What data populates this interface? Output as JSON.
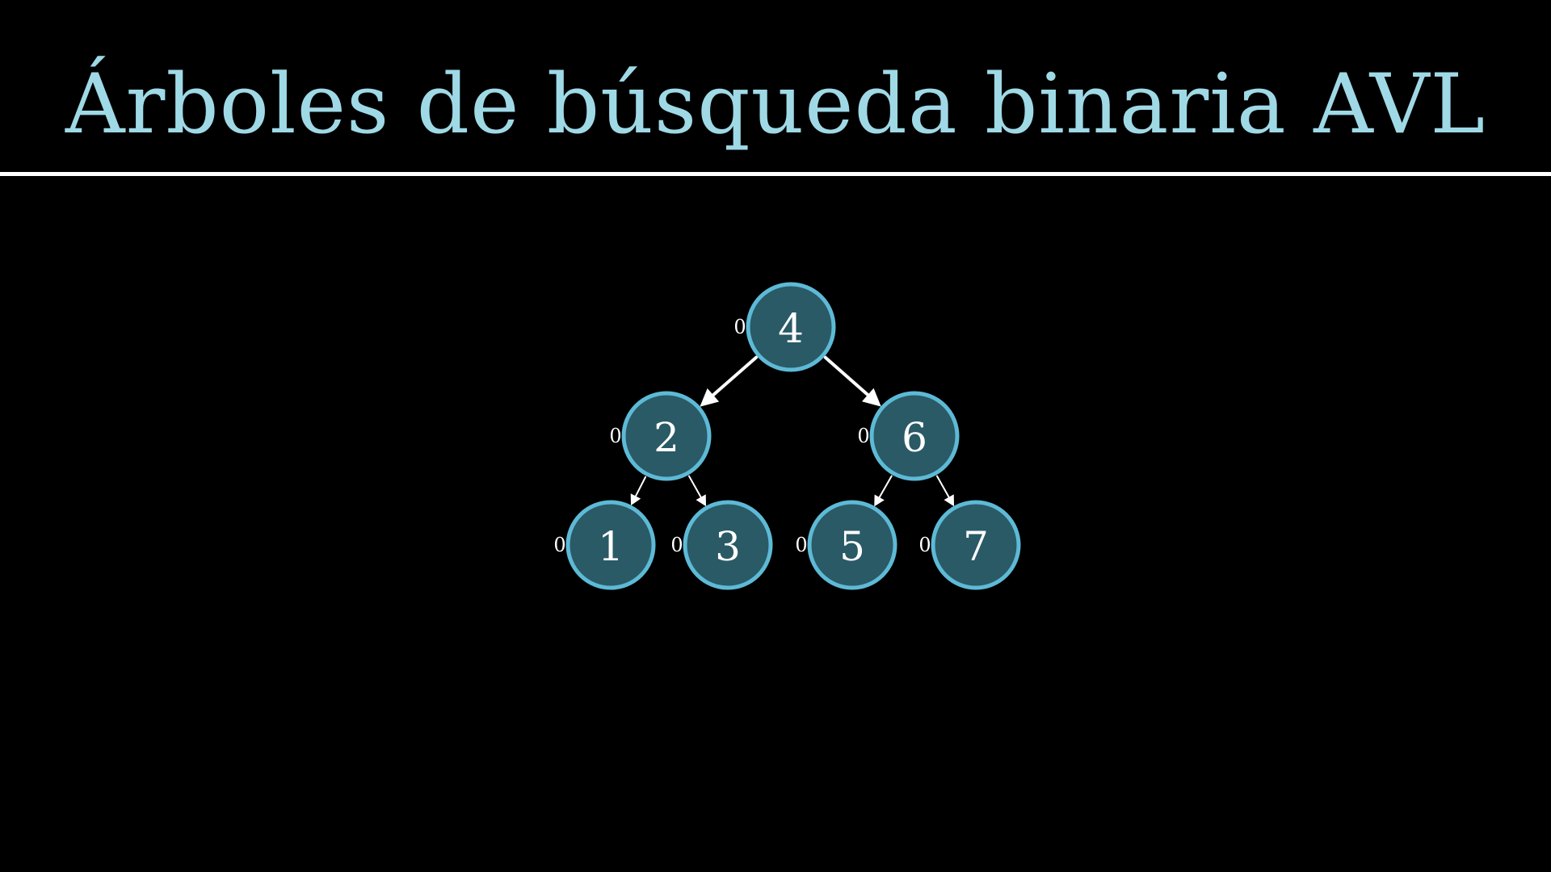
{
  "title": "Árboles de búsqueda binaria AVL",
  "tree": {
    "nodes": [
      {
        "id": "n4",
        "value": "4",
        "balance": "0"
      },
      {
        "id": "n2",
        "value": "2",
        "balance": "0"
      },
      {
        "id": "n6",
        "value": "6",
        "balance": "0"
      },
      {
        "id": "n1",
        "value": "1",
        "balance": "0"
      },
      {
        "id": "n3",
        "value": "3",
        "balance": "0"
      },
      {
        "id": "n5",
        "value": "5",
        "balance": "0"
      },
      {
        "id": "n7",
        "value": "7",
        "balance": "0"
      }
    ],
    "edges": [
      {
        "from": "n4",
        "to": "n2"
      },
      {
        "from": "n4",
        "to": "n6"
      },
      {
        "from": "n2",
        "to": "n1"
      },
      {
        "from": "n2",
        "to": "n3"
      },
      {
        "from": "n6",
        "to": "n5"
      },
      {
        "from": "n6",
        "to": "n7"
      }
    ]
  },
  "colors": {
    "title": "#9fd9e6",
    "node_fill": "#2a5a66",
    "node_stroke": "#5dbad6",
    "edge": "#ffffff"
  }
}
